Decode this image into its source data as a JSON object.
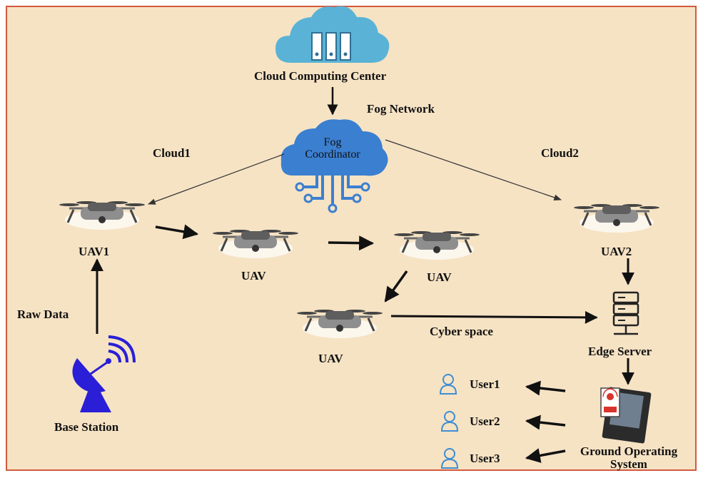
{
  "diagram": {
    "cloud_center_label": "Cloud Computing Center",
    "fog_network_label": "Fog Network",
    "fog_coordinator_line1": "Fog",
    "fog_coordinator_line2": "Coordinator",
    "cloud1_label": "Cloud1",
    "cloud2_label": "Cloud2",
    "uav1_label": "UAV1",
    "uav2_label": "UAV2",
    "uav_a_label": "UAV",
    "uav_b_label": "UAV",
    "uav_c_label": "UAV",
    "raw_data_label": "Raw Data",
    "base_station_label": "Base Station",
    "cyber_space_label": "Cyber space",
    "edge_server_label": "Edge Server",
    "user1_label": "User1",
    "user2_label": "User2",
    "user3_label": "User3",
    "ground_system_line1": "Ground Operating",
    "ground_system_line2": "System"
  },
  "colors": {
    "background": "#f6e3c4",
    "border": "#d35a3e",
    "cloud_center": "#5ab3d6",
    "fog_cloud": "#3b7fd0",
    "base_station": "#2a1fd6",
    "arrow": "#111111"
  }
}
